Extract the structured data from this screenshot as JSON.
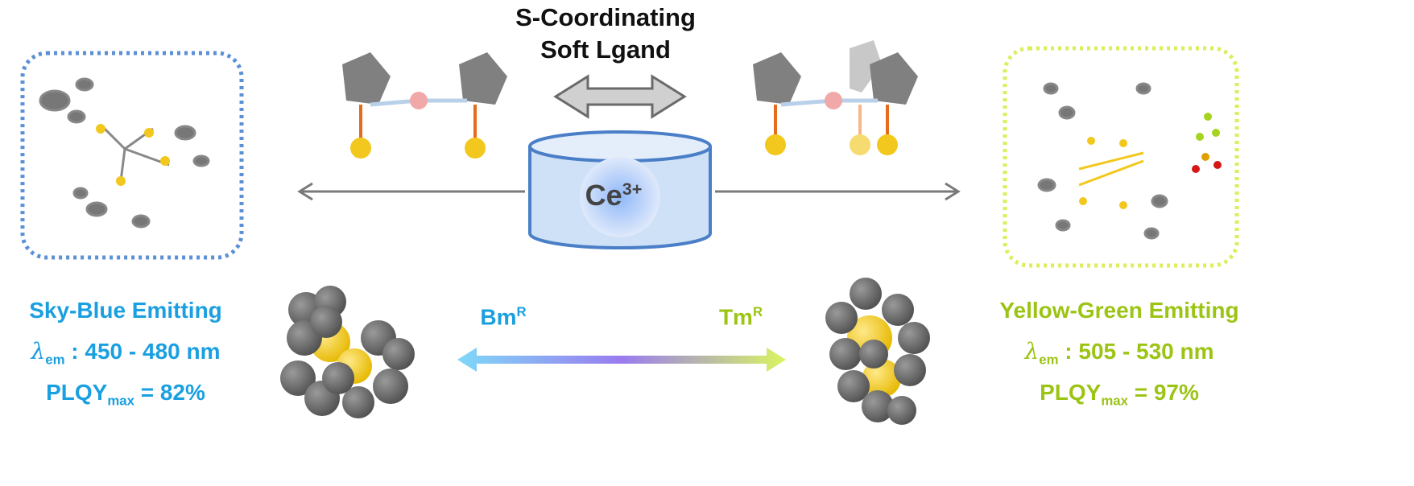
{
  "title": {
    "line1": "S-Coordinating",
    "line2": "Soft Lgand"
  },
  "center": {
    "ion": "Ce",
    "charge": "3+"
  },
  "ligands": {
    "left": {
      "name": "Bm",
      "sup": "R"
    },
    "right": {
      "name": "Tm",
      "sup": "R"
    }
  },
  "left_panel": {
    "heading": "Sky-Blue Emitting",
    "lambda_symbol": "λ",
    "lambda_sub": "em",
    "range": ": 450 - 480 nm",
    "plqy": "PLQY",
    "plqy_sub": "max",
    "plqy_value": "= 82%"
  },
  "right_panel": {
    "heading": "Yellow-Green  Emitting",
    "lambda_symbol": "λ",
    "lambda_sub": "em",
    "range": ": 505 - 530 nm",
    "plqy": "PLQY",
    "plqy_sub": "max",
    "plqy_value": "= 97%"
  },
  "colors": {
    "blue": "#1a9fe0",
    "green": "#9cc414",
    "left_box": "#5b8fd6",
    "right_box": "#dcee5a",
    "carbon": "#6e6e6e",
    "sulfur": "#f2c81e"
  }
}
